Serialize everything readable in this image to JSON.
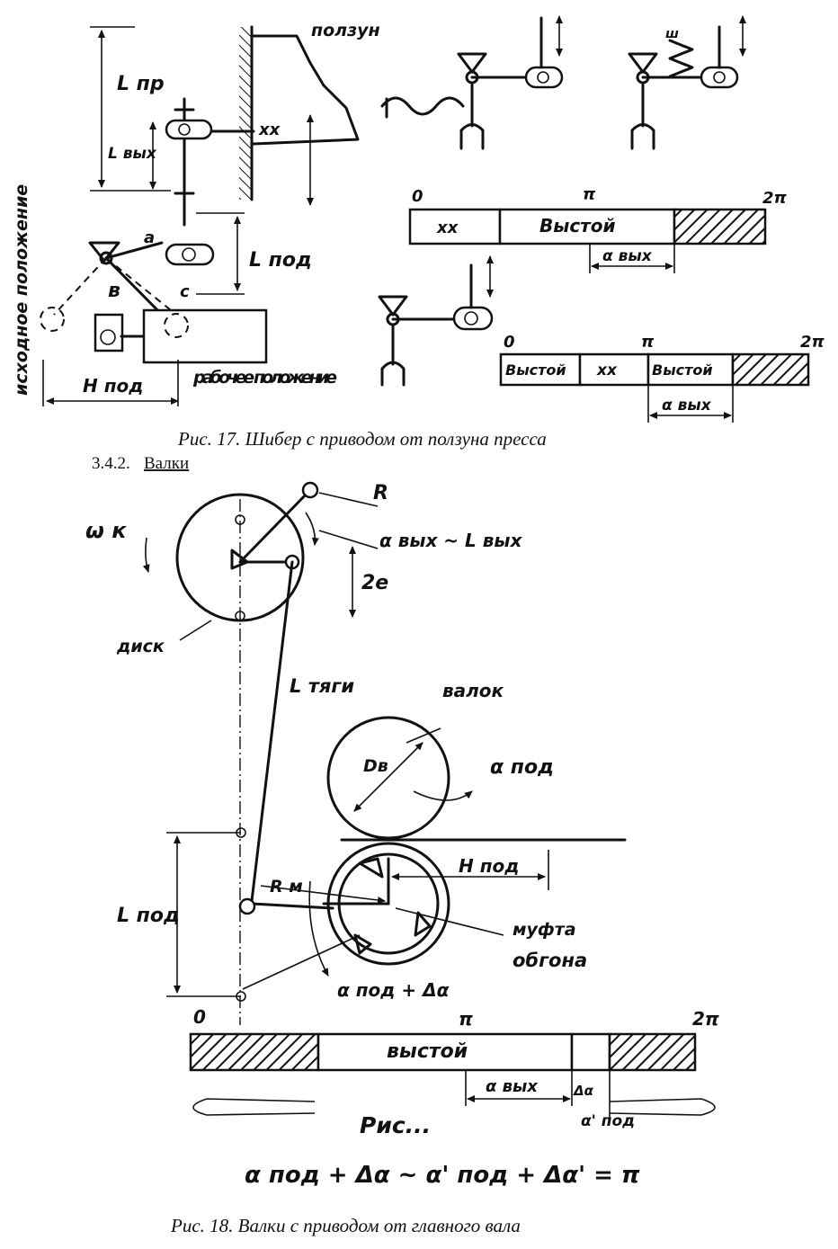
{
  "fig17": {
    "caption": "Рис. 17. Шибер с приводом от ползуна пресса",
    "label_slider": "ползун",
    "label_xx": "xx",
    "label_L_pr": "L пр",
    "label_L_vyh": "L вых",
    "label_L_pod": "L под",
    "label_H_pod": "H под",
    "label_a": "a",
    "label_b": "в",
    "label_c": "с",
    "label_initial": "исходное положение",
    "label_working": "рабочее положение",
    "label_spring": "ш",
    "timeline1": {
      "start": "0",
      "mid": "π",
      "end": "2π",
      "seg_xx": "xx",
      "seg_dwell": "Выстой",
      "dim": "α вых"
    },
    "timeline2": {
      "start": "0",
      "mid": "π",
      "end": "2π",
      "seg_dwell1": "Выстой",
      "seg_xx": "xx",
      "seg_dwell2": "Выстой",
      "dim": "α вых"
    }
  },
  "section_heading": "3.4.2.",
  "section_title": "Валки",
  "fig18": {
    "label_R": "R",
    "label_omega": "ω к",
    "label_alpha_vyh_L": "α вых ~ L вых",
    "label_2e": "2e",
    "label_disk": "диск",
    "label_L_tyagi": "L тяги",
    "label_valok": "валок",
    "label_D": "Dв",
    "label_alpha_pod": "α под",
    "label_H_pod": "H под",
    "label_L_pod": "L под",
    "label_R_m": "R м",
    "label_mufta": "муфта",
    "label_obgona": "обгона",
    "label_alpha_pod_delta": "α под + Δα",
    "timeline": {
      "start": "0",
      "mid": "π",
      "end": "2π",
      "seg_dwell": "выстой",
      "dim_vyh": "α вых",
      "dim_delta": "Δα",
      "dim_pod": "α' под"
    },
    "rис": "Рис...",
    "formula": "α под + Δα ~ α' под + Δα' = π",
    "caption": "Рис. 18. Валки с приводом от главного вала"
  }
}
